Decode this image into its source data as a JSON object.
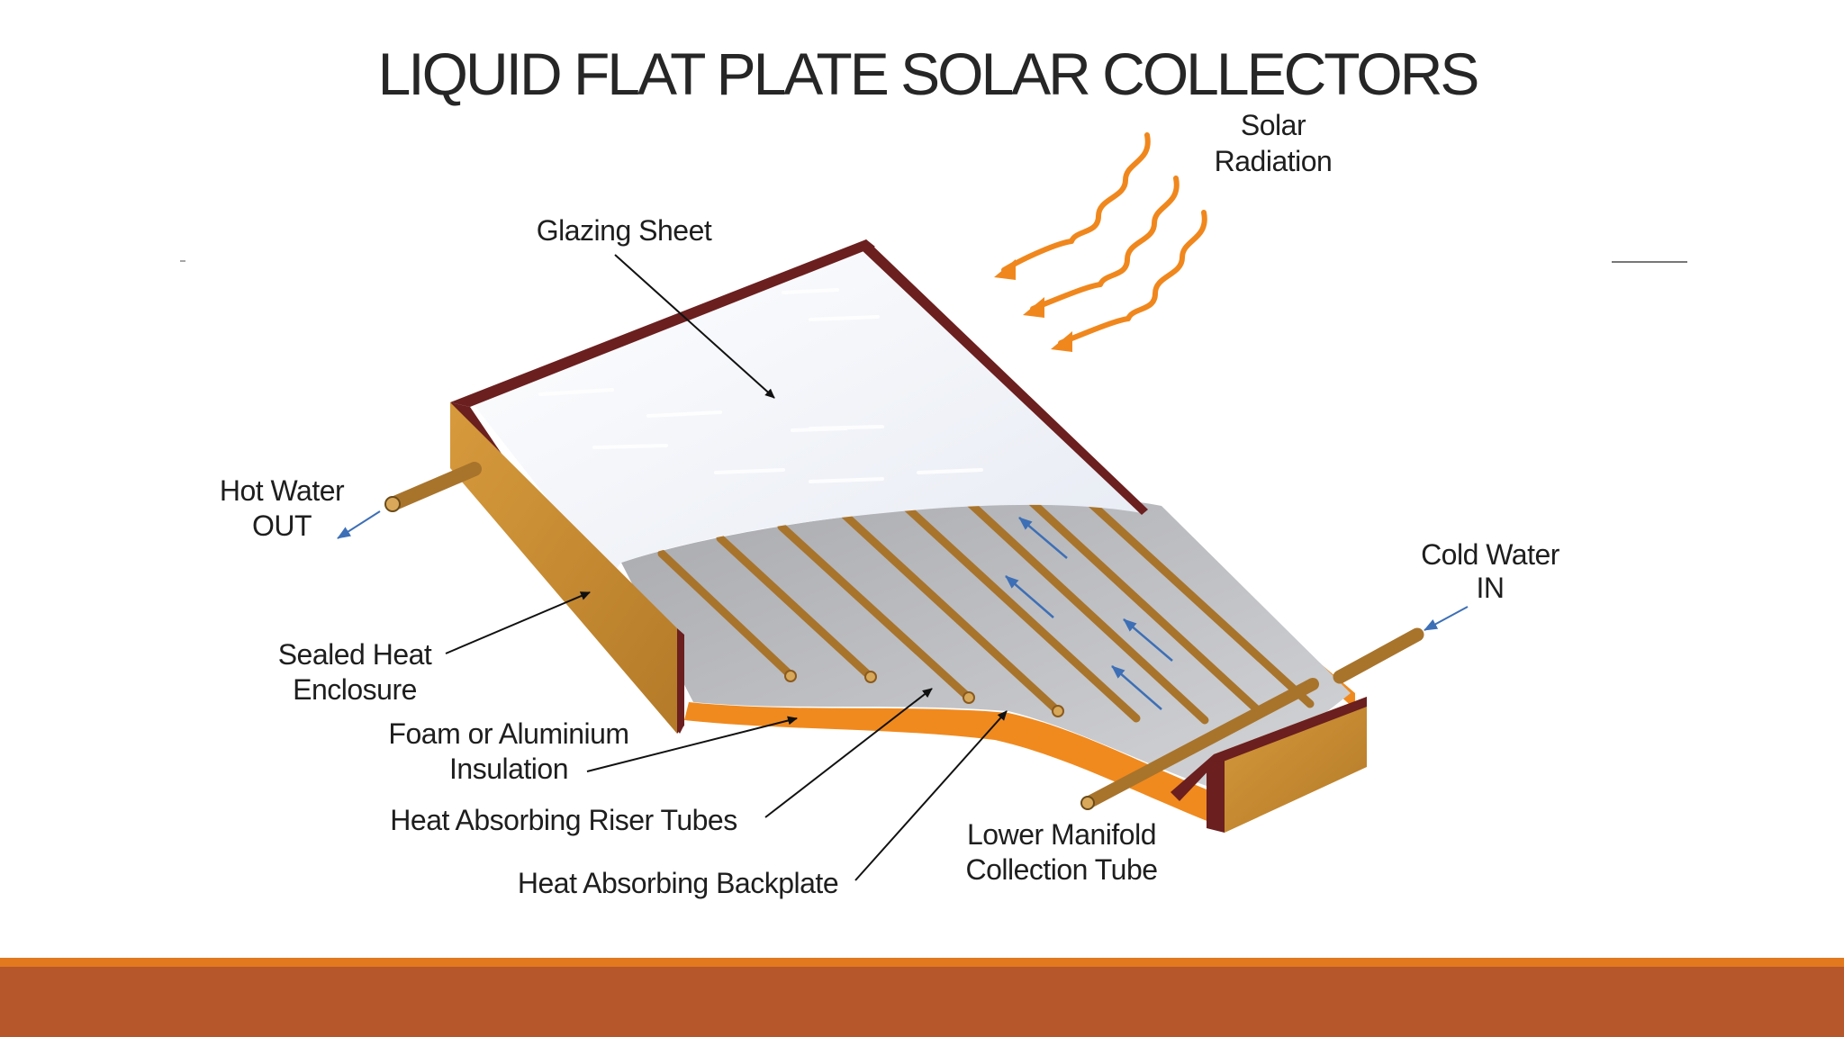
{
  "slide": {
    "title": "LIQUID FLAT PLATE  SOLAR COLLECTORS"
  },
  "labels": {
    "solar_radiation_1": "Solar",
    "solar_radiation_2": "Radiation",
    "glazing_sheet": "Glazing Sheet",
    "hot_water_1": "Hot Water",
    "hot_water_2": "OUT",
    "cold_water_1": "Cold Water",
    "cold_water_2": "IN",
    "sealed_heat_1": "Sealed Heat",
    "sealed_heat_2": "Enclosure",
    "foam_1": "Foam or Aluminium",
    "foam_2": "Insulation",
    "riser_tubes": "Heat Absorbing Riser Tubes",
    "backplate": "Heat Absorbing Backplate",
    "manifold_1": "Lower Manifold",
    "manifold_2": "Collection Tube"
  },
  "colors": {
    "frame_dark": "#6b1f1f",
    "wood_side": "#c8892e",
    "wood_side_dark": "#9a6320",
    "glazing": "#eef1f8",
    "backplate": "#b9babe",
    "insulation": "#f08a1e",
    "tube": "#a8742c",
    "radiation_arrow": "#f0871d",
    "flow_arrow": "#3d6fb6",
    "footer_band": "#b6562b",
    "footer_stripe": "#e2791f"
  }
}
